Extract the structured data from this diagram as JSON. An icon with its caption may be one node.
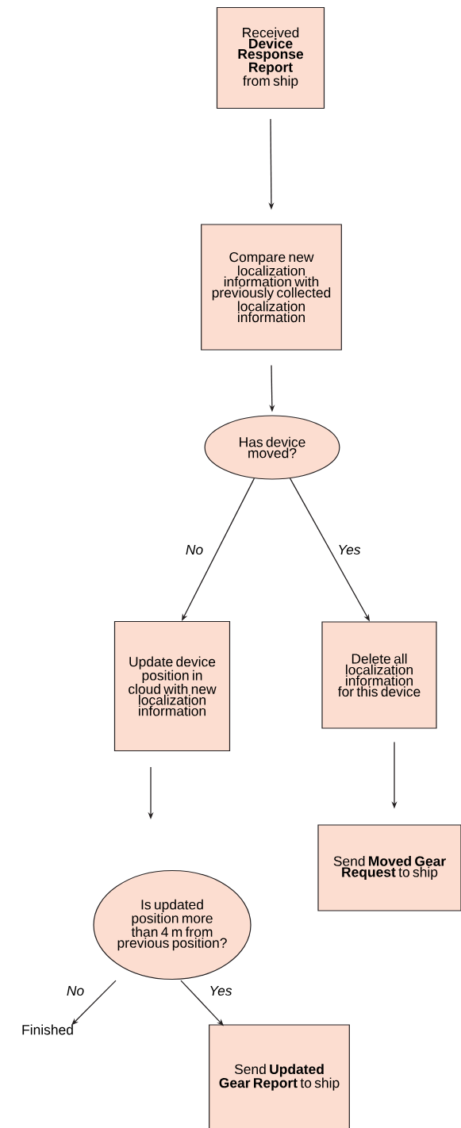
{
  "diagram": {
    "nodes": [
      {
        "text": [
          "Received **Device Response Report** from ship"
        ]
      },
      {
        "text": [
          "Compare new localization information with previously collected localization information"
        ]
      },
      {
        "text": [
          "Has device moved?"
        ]
      },
      {
        "text": [
          "Update device position in cloud with new localization information"
        ]
      },
      {
        "text": [
          "Delete all localization information for this device"
        ]
      },
      {
        "text": [
          "Is updated position more than 4 m from previous position?"
        ]
      },
      {
        "text": [
          "Send **Moved Gear Request** to ship"
        ]
      },
      {
        "text": [
          "Finished"
        ]
      },
      {
        "text": [
          "Send **Updated Gear Report** to ship"
        ]
      }
    ],
    "edges": [
      {
        "from": 0,
        "to": 1,
        "arrow": "to"
      },
      {
        "from": 1,
        "to": 2,
        "arrow": "to"
      },
      {
        "from": 2,
        "to": 3,
        "arrow": "to",
        "label": "No"
      },
      {
        "from": 2,
        "to": 4,
        "arrow": "to",
        "label": "Yes"
      },
      {
        "from": 3,
        "to": 5,
        "arrow": "to"
      },
      {
        "from": 4,
        "to": 6,
        "arrow": "to"
      },
      {
        "from": 5,
        "to": 7,
        "arrow": "to",
        "label": "No"
      },
      {
        "from": 5,
        "to": 8,
        "arrow": "to",
        "label": "Yes"
      }
    ]
  }
}
